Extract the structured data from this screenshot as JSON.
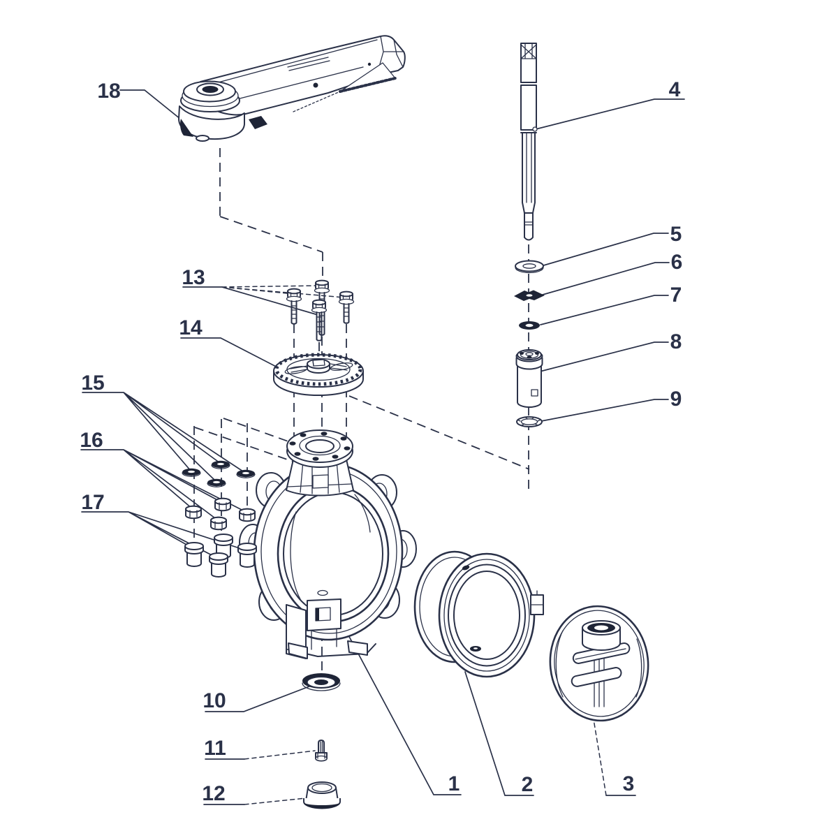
{
  "drawing": {
    "type": "exploded-view technical line drawing of a lug butterfly valve with lever handle",
    "part_count_shown": 18
  },
  "colors": {
    "background": "#ffffff",
    "line": "#2a3148",
    "dark_fill": "#1e2436"
  },
  "callouts": [
    {
      "label": "1"
    },
    {
      "label": "2"
    },
    {
      "label": "3"
    },
    {
      "label": "4"
    },
    {
      "label": "5"
    },
    {
      "label": "6"
    },
    {
      "label": "7"
    },
    {
      "label": "8"
    },
    {
      "label": "9"
    },
    {
      "label": "10"
    },
    {
      "label": "11"
    },
    {
      "label": "12"
    },
    {
      "label": "13"
    },
    {
      "label": "14"
    },
    {
      "label": "15"
    },
    {
      "label": "16"
    },
    {
      "label": "17"
    },
    {
      "label": "18"
    }
  ]
}
